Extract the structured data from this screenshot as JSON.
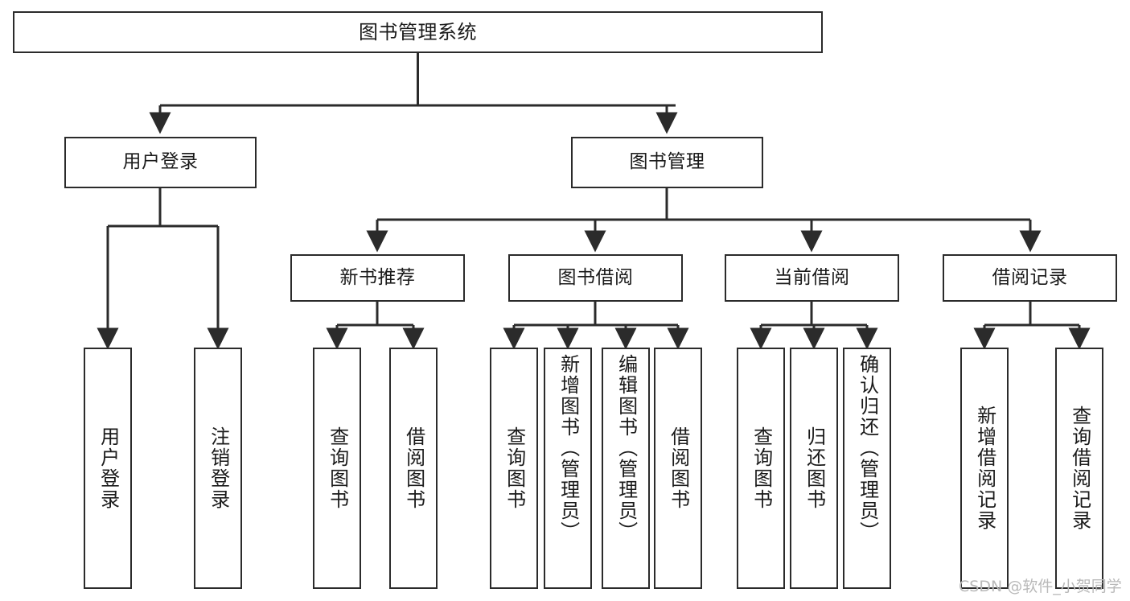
{
  "diagram": {
    "title": "图书管理系统",
    "type": "tree-hierarchy",
    "watermark": "CSDN @软件_小贺同学",
    "colors": {
      "stroke": "#2b2b2b",
      "fill": "#ffffff",
      "text": "#1a1a1a",
      "watermark": "#b9b9b9"
    }
  },
  "nodes": {
    "root": {
      "label": "图书管理系统"
    },
    "level2": [
      {
        "id": "user-login",
        "label": "用户登录"
      },
      {
        "id": "book-manage",
        "label": "图书管理"
      }
    ],
    "level3": [
      {
        "id": "new-book-recommend",
        "label": "新书推荐"
      },
      {
        "id": "book-borrow",
        "label": "图书借阅"
      },
      {
        "id": "current-borrow",
        "label": "当前借阅"
      },
      {
        "id": "borrow-record",
        "label": "借阅记录"
      }
    ],
    "leaves": {
      "user-login": [
        {
          "id": "leaf-user-login",
          "label": "用户登录"
        },
        {
          "id": "leaf-logout",
          "label": "注销登录"
        }
      ],
      "new-book-recommend": [
        {
          "id": "leaf-query-book-1",
          "label": "查询图书"
        },
        {
          "id": "leaf-borrow-book-1",
          "label": "借阅图书"
        }
      ],
      "book-borrow": [
        {
          "id": "leaf-query-book-2",
          "label": "查询图书"
        },
        {
          "id": "leaf-add-book",
          "label": "新增图书（管理员）"
        },
        {
          "id": "leaf-edit-book",
          "label": "编辑图书（管理员）"
        },
        {
          "id": "leaf-borrow-book-2",
          "label": "借阅图书"
        }
      ],
      "current-borrow": [
        {
          "id": "leaf-query-book-3",
          "label": "查询图书"
        },
        {
          "id": "leaf-return-book",
          "label": "归还图书"
        },
        {
          "id": "leaf-confirm-return",
          "label": "确认归还（管理员）"
        }
      ],
      "borrow-record": [
        {
          "id": "leaf-add-record",
          "label": "新增借阅记录"
        },
        {
          "id": "leaf-query-record",
          "label": "查询借阅记录"
        }
      ]
    }
  }
}
